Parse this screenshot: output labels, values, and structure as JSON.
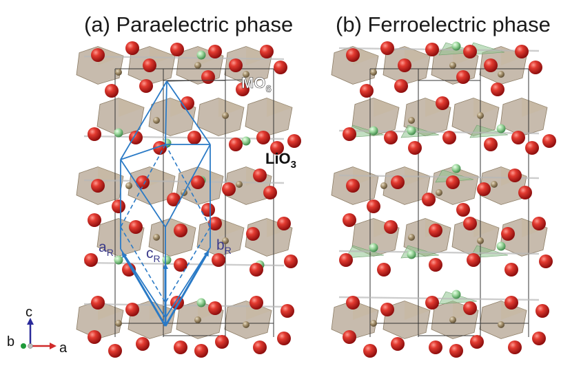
{
  "panels": {
    "a": {
      "title": "(a) Paraelectric phase"
    },
    "b": {
      "title": "(b) Ferroelectric phase"
    }
  },
  "labels": {
    "mo6": {
      "main": "MO",
      "sub": "6"
    },
    "lio3": {
      "main": "LiO",
      "sub": "3"
    },
    "a_r": {
      "main": "a",
      "sub": "R"
    },
    "b_r": {
      "main": "b",
      "sub": "R"
    },
    "c_r": {
      "main": "c",
      "sub": "R"
    }
  },
  "axes": {
    "c": "c",
    "b": "b",
    "a": "a"
  },
  "colors": {
    "oxygen": "#d41e1e",
    "lithium": "#9ed89e",
    "metal": "#a08c68",
    "octahedron": "#a4927a",
    "li_triangle": "#8fc48f",
    "rhombohedral_cell": "#2a7ac6",
    "cell_edge": "#333333",
    "axis_c": "#2a2a9a",
    "axis_b": "#1f9a3a",
    "axis_a": "#d02a2a",
    "label_vector": "#3a3a8a"
  }
}
